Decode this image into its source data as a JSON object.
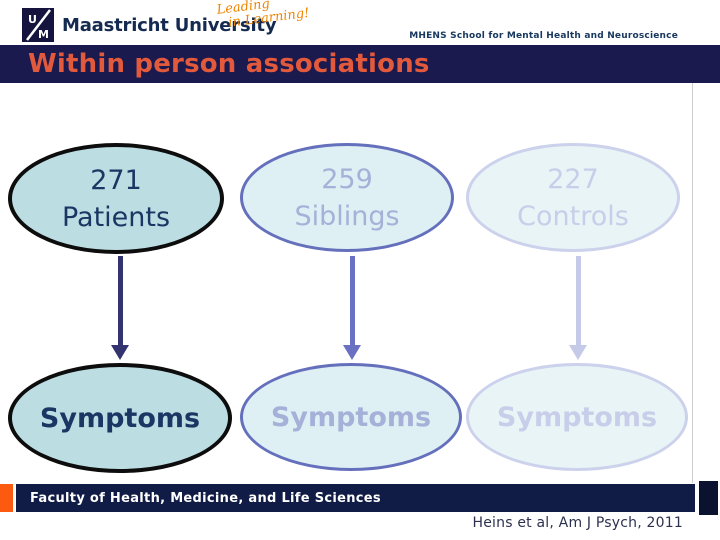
{
  "header": {
    "monogram_u": "U",
    "monogram_m": "M",
    "logo_text": "Maastricht University",
    "tagline_line1": "Leading",
    "tagline_line2": "in Learning!",
    "school_label": "MHENS School for Mental Health and Neuroscience"
  },
  "title_bar": {
    "title": "Within person associations"
  },
  "diagram": {
    "columns": [
      {
        "count": "271",
        "label": "Patients",
        "outcome": "Symptoms",
        "border_color": "#0d0d0d",
        "fill_color": "#bcdde2",
        "text_color": "#1c3664",
        "arrow_color": "#32336f"
      },
      {
        "count": "259",
        "label": "Siblings",
        "outcome": "Symptoms",
        "border_color": "#6570bc",
        "fill_color": "#def0f3",
        "text_color": "#a6b0d8",
        "arrow_color": "#6a70c2"
      },
      {
        "count": "227",
        "label": "Controls",
        "outcome": "Symptoms",
        "border_color": "#ccd1ec",
        "fill_color": "#e8f4f6",
        "text_color": "#c8cee9",
        "arrow_color": "#c5cae8"
      }
    ]
  },
  "footer": {
    "faculty_label": "Faculty of Health, Medicine, and Life Sciences",
    "citation": "Heins et al, Am J Psych, 2011"
  },
  "colors": {
    "title_bar_bg": "#1a1a4f",
    "title_text": "#e2593c",
    "footer_bar_bg": "#111c46",
    "footer_accent_orange": "#fd5a11",
    "footer_right_block": "#0a1230",
    "tagline_orange": "#ee8500",
    "school_text": "#17375e"
  }
}
